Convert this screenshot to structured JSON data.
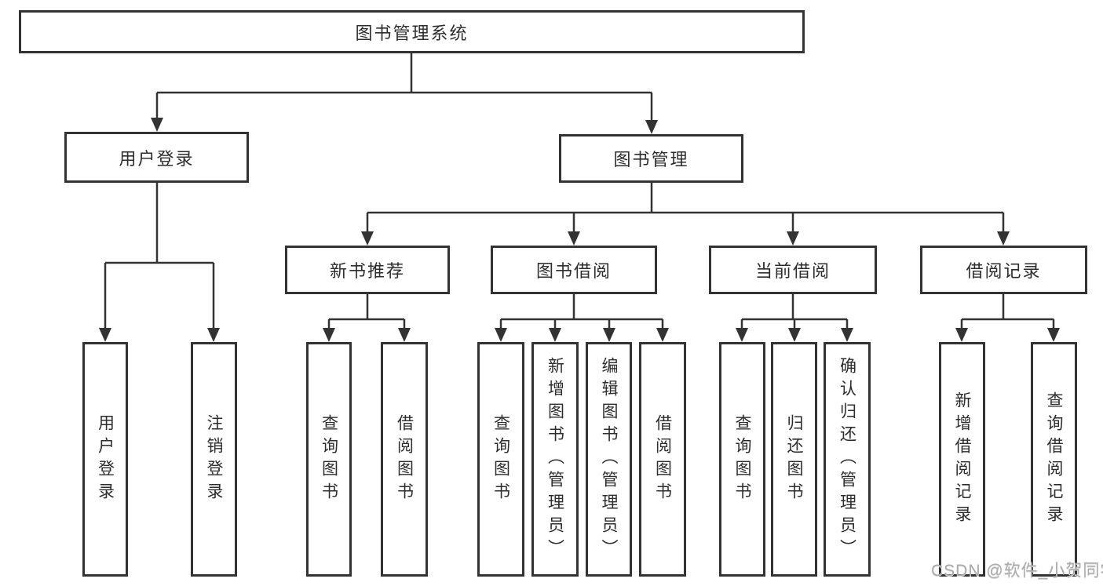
{
  "diagram": {
    "title": "图书管理系统",
    "tree": {
      "label": "图书管理系统",
      "children": [
        {
          "label": "用户登录",
          "children": [
            {
              "label": "用户登录"
            },
            {
              "label": "注销登录"
            }
          ]
        },
        {
          "label": "图书管理",
          "children": [
            {
              "label": "新书推荐",
              "children": [
                {
                  "label": "查询图书"
                },
                {
                  "label": "借阅图书"
                }
              ]
            },
            {
              "label": "图书借阅",
              "children": [
                {
                  "label": "查询图书"
                },
                {
                  "label": "新增图书（管理员）"
                },
                {
                  "label": "编辑图书（管理员）"
                },
                {
                  "label": "借阅图书"
                }
              ]
            },
            {
              "label": "当前借阅",
              "children": [
                {
                  "label": "查询图书"
                },
                {
                  "label": "归还图书"
                },
                {
                  "label": "确认归还（管理员）"
                }
              ]
            },
            {
              "label": "借阅记录",
              "children": [
                {
                  "label": "新增借阅记录"
                },
                {
                  "label": "查询借阅记录"
                }
              ]
            }
          ]
        }
      ]
    },
    "colors": {
      "line": "#333333",
      "box_border": "#333333",
      "text": "#2d2d2d",
      "watermark": "#ababab",
      "background": "#ffffff"
    }
  },
  "watermark": {
    "text": "CSDN @软件_小贺同学"
  }
}
